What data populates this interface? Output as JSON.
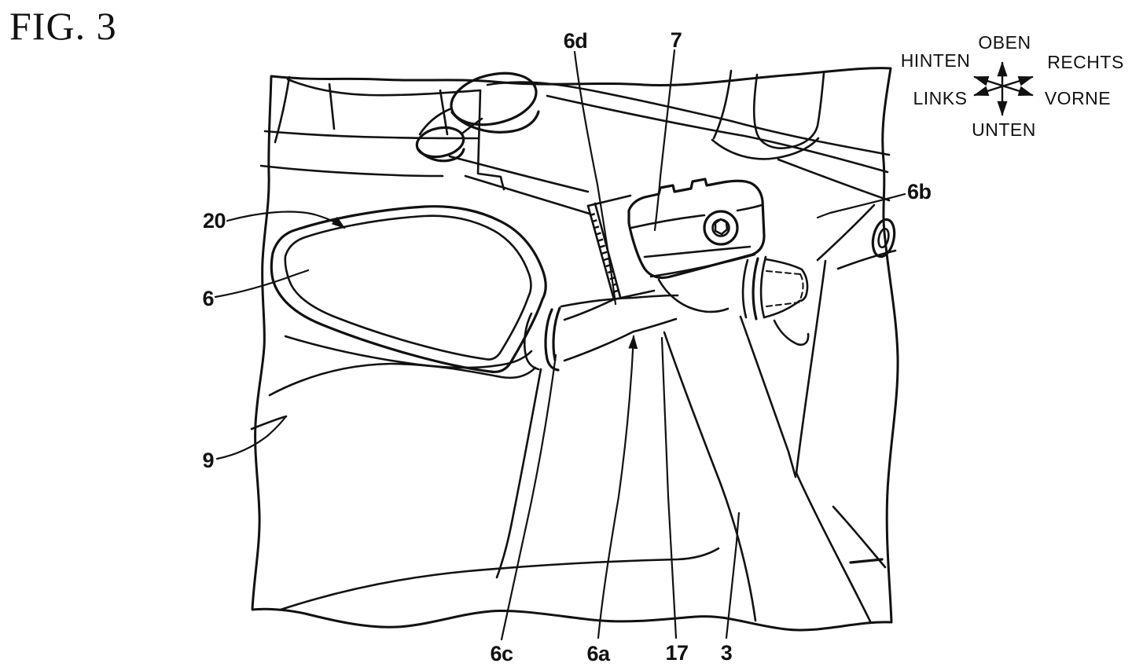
{
  "figure": {
    "title": "FIG. 3"
  },
  "compass": {
    "up": "OBEN",
    "down": "UNTEN",
    "left": "LINKS",
    "right": "RECHTS",
    "rear": "HINTEN",
    "front": "VORNE"
  },
  "reference_labels": {
    "20": "20",
    "6": "6",
    "9": "9",
    "6d": "6d",
    "7": "7",
    "6b": "6b",
    "6c": "6c",
    "6a": "6a",
    "17": "17",
    "3": "3"
  },
  "colors": {
    "line": "#111111",
    "background": "#ffffff"
  }
}
